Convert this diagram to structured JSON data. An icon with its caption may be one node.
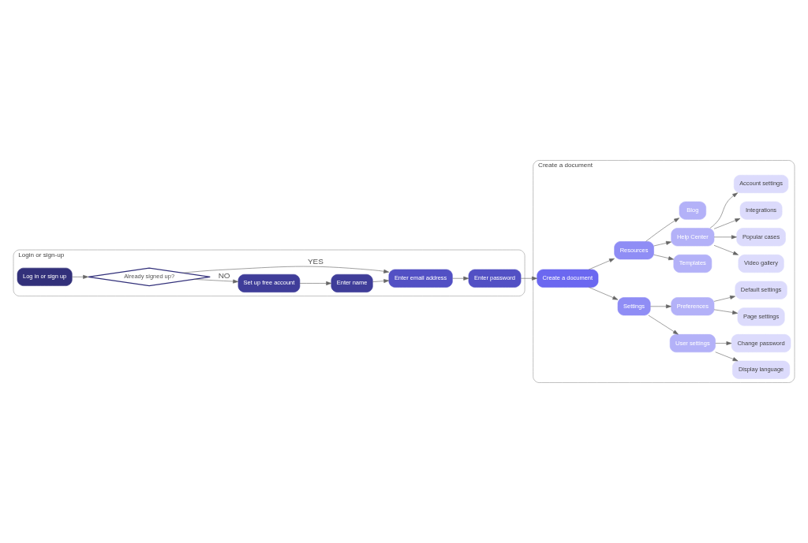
{
  "diagram": {
    "nodes": [
      {
        "text": [
          "Login or sign-up"
        ]
      },
      {
        "text": [
          "Log in or sign up"
        ],
        "in": 0
      },
      {
        "text": [
          "Already signed up?"
        ],
        "in": 0
      },
      {
        "text": [
          "Set up free account"
        ],
        "in": 0
      },
      {
        "text": [
          "Enter name"
        ],
        "in": 0
      },
      {
        "text": [
          "Enter email address"
        ],
        "in": 0
      },
      {
        "text": [
          "Enter password"
        ],
        "in": 0
      },
      {
        "text": [
          "Create a document"
        ]
      },
      {
        "text": [
          "Create a document"
        ],
        "in": 7
      },
      {
        "text": [
          "Settings"
        ],
        "in": 7
      },
      {
        "text": [
          "User settings"
        ],
        "in": 7
      },
      {
        "text": [
          "Display language"
        ],
        "in": 7
      },
      {
        "text": [
          "Change password"
        ],
        "in": 7
      },
      {
        "text": [
          "Preferences"
        ],
        "in": 7
      },
      {
        "text": [
          "Page settings"
        ],
        "in": 7
      },
      {
        "text": [
          "Default settings"
        ],
        "in": 7
      },
      {
        "text": [
          "Resources"
        ],
        "in": 7
      },
      {
        "text": [
          "Templates"
        ],
        "in": 7
      },
      {
        "text": [
          "Help Center"
        ],
        "in": 7
      },
      {
        "text": [
          "Blog"
        ],
        "in": 7
      },
      {
        "text": [
          "Video gallery"
        ],
        "in": 7
      },
      {
        "text": [
          "Popular cases"
        ],
        "in": 7
      },
      {
        "text": [
          "Integrations"
        ],
        "in": 7
      },
      {
        "text": [
          "Account settings"
        ],
        "in": 7
      }
    ],
    "edges": [
      {
        "from": 1,
        "to": 2,
        "arrow": "to"
      },
      {
        "from": 2,
        "to": 5,
        "arrow": "to",
        "label": "YES"
      },
      {
        "from": 2,
        "to": 3,
        "arrow": "to",
        "label": "NO"
      },
      {
        "from": 3,
        "to": 4,
        "arrow": "to"
      },
      {
        "from": 4,
        "to": 5,
        "arrow": "to"
      },
      {
        "from": 5,
        "to": 6,
        "arrow": "to"
      },
      {
        "from": 6,
        "to": 8,
        "arrow": "to"
      },
      {
        "from": 8,
        "to": 9,
        "arrow": "to"
      },
      {
        "from": 8,
        "to": 16,
        "arrow": "to"
      },
      {
        "from": 9,
        "to": 10,
        "arrow": "to"
      },
      {
        "from": 9,
        "to": 13,
        "arrow": "to"
      },
      {
        "from": 10,
        "to": 11,
        "arrow": "to"
      },
      {
        "from": 10,
        "to": 12,
        "arrow": "to"
      },
      {
        "from": 13,
        "to": 14,
        "arrow": "to"
      },
      {
        "from": 13,
        "to": 15,
        "arrow": "to"
      },
      {
        "from": 16,
        "to": 17,
        "arrow": "to"
      },
      {
        "from": 16,
        "to": 18,
        "arrow": "to"
      },
      {
        "from": 16,
        "to": 19,
        "arrow": "to"
      },
      {
        "from": 18,
        "to": 20,
        "arrow": "to"
      },
      {
        "from": 18,
        "to": 21,
        "arrow": "to"
      },
      {
        "from": 18,
        "to": 22,
        "arrow": "to"
      },
      {
        "from": 18,
        "to": 23,
        "arrow": "to"
      }
    ]
  }
}
